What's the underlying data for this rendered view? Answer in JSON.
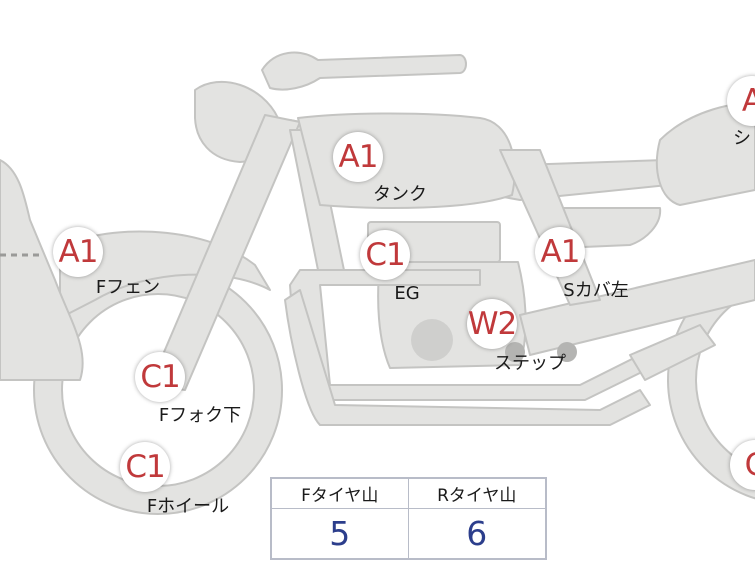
{
  "colors": {
    "body": "#e3e3e1",
    "outline": "#c4c4c2",
    "code": "#c0393b",
    "value": "#2c3e8c"
  },
  "parts": [
    {
      "id": "left-a1",
      "code": "A1",
      "label": "Fフェン"
    },
    {
      "id": "tank",
      "code": "A1",
      "label": "タンク"
    },
    {
      "id": "eg",
      "code": "C1",
      "label": "EG"
    },
    {
      "id": "scover-left",
      "code": "A1",
      "label": "Sカバ左"
    },
    {
      "id": "step",
      "code": "W2",
      "label": "ステップ"
    },
    {
      "id": "ffork",
      "code": "C1",
      "label": "Fフォク下"
    },
    {
      "id": "fwheel",
      "code": "C1",
      "label": "Fホイール"
    },
    {
      "id": "right-top",
      "code": "A",
      "label": "シ"
    },
    {
      "id": "right-bottom",
      "code": "C",
      "label": ""
    }
  ],
  "tire_tread": {
    "headers": [
      "Fタイヤ山",
      "Rタイヤ山"
    ],
    "values": [
      "5",
      "6"
    ]
  }
}
